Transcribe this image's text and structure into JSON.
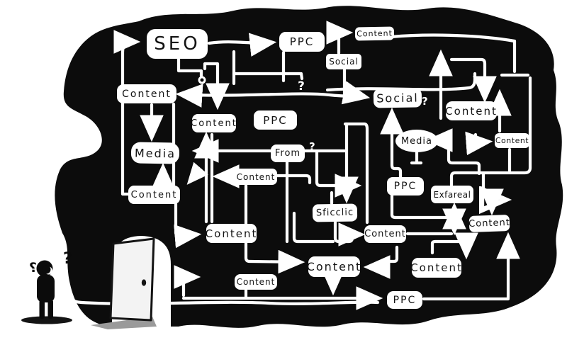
{
  "colors": {
    "background": "#ffffff",
    "blob": "#0c0c0c",
    "maze_line": "#ffffff",
    "box_background": "#ffffff",
    "box_text": "#131313",
    "door_fill": "#f3f3f3",
    "door_outline": "#141414",
    "door_shadow": "#9a9a9a",
    "person": "#0b0b0b"
  },
  "nodes": [
    {
      "id": "seo",
      "label": "SEO"
    },
    {
      "id": "ppc-top",
      "label": "PPC"
    },
    {
      "id": "content-top-right",
      "label": "Content"
    },
    {
      "id": "social-small",
      "label": "Social"
    },
    {
      "id": "social-large",
      "label": "Social"
    },
    {
      "id": "content-right-upper",
      "label": "Content"
    },
    {
      "id": "content-left-upper",
      "label": "Content"
    },
    {
      "id": "content-mid-upper",
      "label": "Content"
    },
    {
      "id": "ppc-mid",
      "label": "PPC"
    },
    {
      "id": "media-left",
      "label": "Media"
    },
    {
      "id": "from",
      "label": "From"
    },
    {
      "id": "content-mid-small",
      "label": "Content"
    },
    {
      "id": "content-left-lower",
      "label": "Content"
    },
    {
      "id": "media-right",
      "label": "Media"
    },
    {
      "id": "content-right-small",
      "label": "Content"
    },
    {
      "id": "ppc-right",
      "label": "PPC"
    },
    {
      "id": "exfareal",
      "label": "Exfareal"
    },
    {
      "id": "sficclic",
      "label": "Sficclic"
    },
    {
      "id": "content-bottom-left",
      "label": "Content"
    },
    {
      "id": "content-center",
      "label": "Content"
    },
    {
      "id": "content-bottom-right-small",
      "label": "Content"
    },
    {
      "id": "content-bottom-center",
      "label": "Content"
    },
    {
      "id": "content-bottom-small",
      "label": "Content"
    },
    {
      "id": "content-bottom-right",
      "label": "Content"
    },
    {
      "id": "ppc-bottom",
      "label": "PPC"
    }
  ],
  "question_marks": {
    "maze": [
      "?",
      "?",
      "?"
    ],
    "person": [
      "?",
      "?"
    ]
  }
}
